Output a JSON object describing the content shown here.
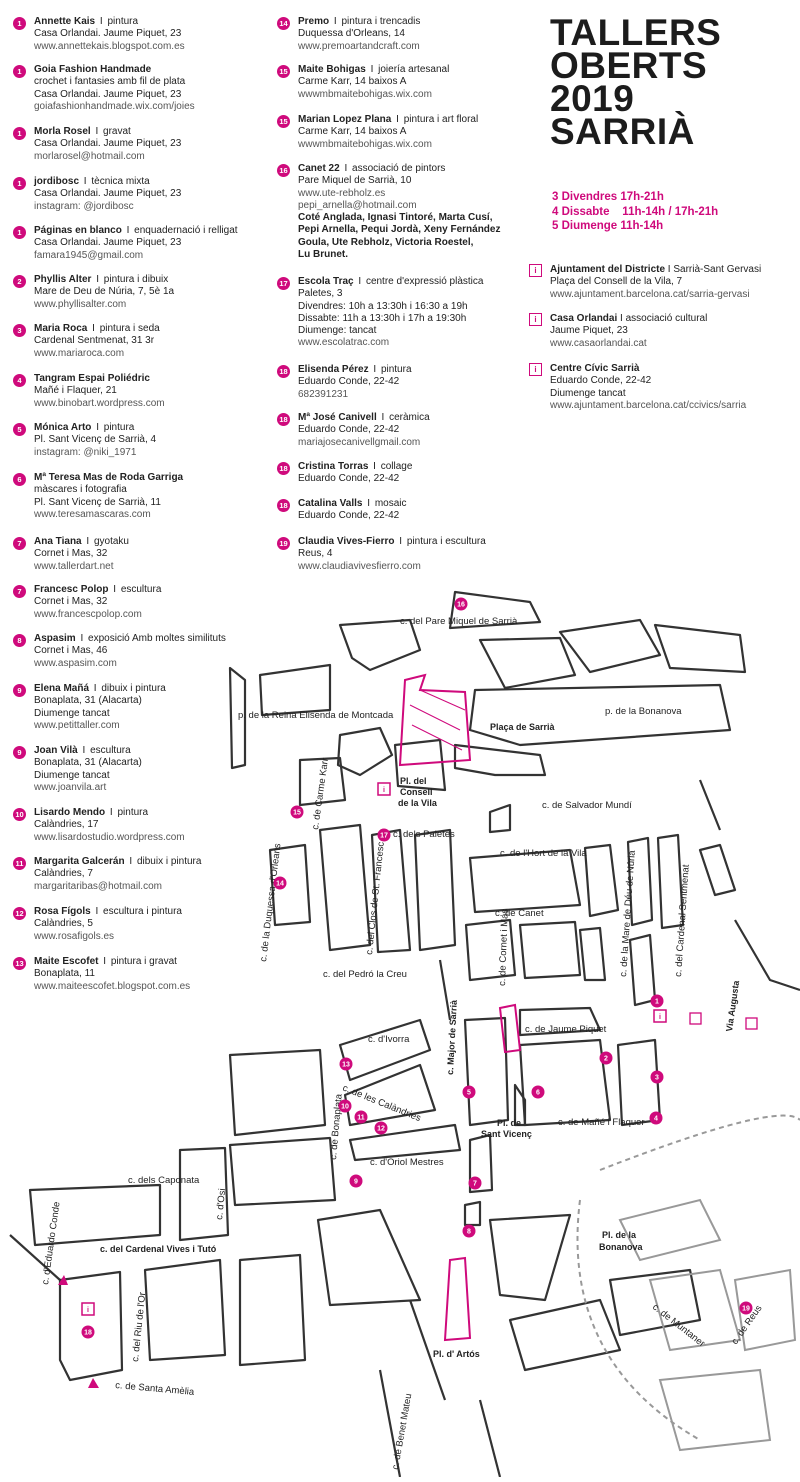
{
  "title_lines": [
    "TALLERS",
    "OBERTS",
    "2019",
    "SARRIÀ"
  ],
  "dates": [
    "3 Divendres 17h-21h",
    "4 Dissabte    11h-14h / 17h-21h",
    "5 Diumenge 11h-14h"
  ],
  "accent_color": "#cf0a7c",
  "col1": [
    {
      "num": "1",
      "name": "Annette Kais",
      "sep": "I",
      "desc": "pintura",
      "lines": [
        "Casa Orlandai. Jaume Piquet, 23"
      ],
      "web": "www.annettekais.blogspot.com.es"
    },
    {
      "num": "1",
      "name": "Goia Fashion Handmade",
      "sep": "",
      "desc": "",
      "lines": [
        "crochet i fantasies amb fil de plata",
        "Casa Orlandai. Jaume Piquet, 23"
      ],
      "web": "goiafashionhandmade.wix.com/joies"
    },
    {
      "num": "1",
      "name": "Morla Rosel",
      "sep": "I",
      "desc": "gravat",
      "lines": [
        "Casa Orlandai. Jaume Piquet, 23"
      ],
      "web": "morlarosel@hotmail.com"
    },
    {
      "num": "1",
      "name": "jordibosc",
      "sep": "I",
      "desc": "tècnica mixta",
      "lines": [
        "Casa Orlandai. Jaume Piquet, 23"
      ],
      "web": "instagram: @jordibosc"
    },
    {
      "num": "1",
      "name": "Páginas en blanco",
      "sep": "I",
      "desc": "enquadernació i relligat",
      "lines": [
        "Casa Orlandai. Jaume Piquet, 23"
      ],
      "web": "famara1945@gmail.com"
    },
    {
      "num": "2",
      "name": "Phyllis Alter",
      "sep": "I",
      "desc": "pintura i dibuix",
      "lines": [
        "Mare de Deu de Núria, 7, 5è 1a"
      ],
      "web": "www.phyllisalter.com"
    },
    {
      "num": "3",
      "name": "Maria Roca",
      "sep": "I",
      "desc": "pintura i seda",
      "lines": [
        "Cardenal Sentmenat, 31 3r"
      ],
      "web": "www.mariaroca.com"
    },
    {
      "num": "4",
      "name": "Tangram Espai Poliédric",
      "sep": "",
      "desc": "",
      "lines": [
        "Mañé i Flaquer, 21"
      ],
      "web": "www.binobart.wordpress.com"
    },
    {
      "num": "5",
      "name": "Mónica Arto",
      "sep": "I",
      "desc": "pintura",
      "lines": [
        "Pl. Sant Vicenç de Sarrià, 4"
      ],
      "web": "instagram: @niki_1971"
    },
    {
      "num": "6",
      "name": "Mª Teresa Mas de Roda Garriga",
      "sep": "",
      "desc": "",
      "lines": [
        "màscares i fotografia",
        "Pl. Sant Vicenç de Sarrià, 11"
      ],
      "web": "www.teresamascaras.com"
    },
    {
      "num": "7",
      "name": "Ana Tiana",
      "sep": "I",
      "desc": "gyotaku",
      "lines": [
        "Cornet i Mas, 32"
      ],
      "web": "www.tallerdart.net"
    },
    {
      "num": "7",
      "name": "Francesc Polop",
      "sep": "I",
      "desc": "escultura",
      "lines": [
        "Cornet i Mas, 32"
      ],
      "web": "www.francescpolop.com"
    },
    {
      "num": "8",
      "name": "Aspasim",
      "sep": "I",
      "desc": "exposició Amb moltes similituts",
      "lines": [
        "Cornet i Mas, 46"
      ],
      "web": "www.aspasim.com"
    },
    {
      "num": "9",
      "name": "Elena Mañá",
      "sep": "I",
      "desc": "dibuix i pintura",
      "lines": [
        "Bonaplata, 31 (Alacarta)",
        "Diumenge tancat"
      ],
      "web": "www.petittaller.com"
    },
    {
      "num": "9",
      "name": "Joan Vilà",
      "sep": "I",
      "desc": "escultura",
      "lines": [
        "Bonaplata, 31 (Alacarta)",
        "Diumenge tancat"
      ],
      "web": "www.joanvila.art"
    },
    {
      "num": "10",
      "name": "Lisardo Mendo",
      "sep": "I",
      "desc": "pintura",
      "lines": [
        "Calàndries, 17"
      ],
      "web": "www.lisardostudio.wordpress.com"
    },
    {
      "num": "11",
      "name": "Margarita Galcerán",
      "sep": "I",
      "desc": "dibuix i pintura",
      "lines": [
        "Calàndries, 7"
      ],
      "web": "margaritaribas@hotmail.com"
    },
    {
      "num": "12",
      "name": "Rosa Fígols",
      "sep": "I",
      "desc": "escultura i pintura",
      "lines": [
        "Calàndries, 5"
      ],
      "web": "www.rosafigols.es"
    },
    {
      "num": "13",
      "name": "Maite Escofet",
      "sep": "I",
      "desc": "pintura i gravat",
      "lines": [
        "Bonaplata, 11"
      ],
      "web": "www.maiteescofet.blogspot.com.es"
    }
  ],
  "col2": [
    {
      "num": "14",
      "name": "Premo",
      "sep": "I",
      "desc": "pintura i trencadis",
      "lines": [
        "Duquessa d'Orleans, 14"
      ],
      "web": "www.premoartandcraft.com"
    },
    {
      "num": "15",
      "name": "Maite Bohigas",
      "sep": "I",
      "desc": "joiería artesanal",
      "lines": [
        "Carme Karr, 14 baixos A"
      ],
      "web": "wwwmbmaitebohigas.wix.com"
    },
    {
      "num": "15",
      "name": "Marian Lopez Plana",
      "sep": "I",
      "desc": "pintura i art floral",
      "lines": [
        "Carme Karr, 14 baixos A"
      ],
      "web": "wwwmbmaitebohigas.wix.com"
    },
    {
      "num": "16",
      "name": "Canet 22",
      "sep": "I",
      "desc": "associació de pintors",
      "lines": [
        "Pare Miquel de Sarrià, 10"
      ],
      "web": "www.ute-rebholz.es",
      "extra": [
        "pepi_arnella@hotmail.com"
      ],
      "bold": [
        "Coté Anglada, Ignasi Tintoré, Marta Cusí,",
        "Pepi Arnella, Pequi Jordà, Xeny Fernández",
        "Goula, Ute Rebholz, Victoria Roestel,",
        "Lu Brunet."
      ]
    },
    {
      "num": "17",
      "name": "Escola Traç",
      "sep": "I",
      "desc": "centre d'expressió plàstica",
      "lines": [
        "Paletes, 3",
        "Divendres: 10h a 13:30h i 16:30 a 19h",
        "Dissabte: 11h  a 13:30h i 17h a 19:30h",
        "Diumenge: tancat"
      ],
      "web": "www.escolatrac.com"
    },
    {
      "num": "18",
      "name": "Elisenda Pérez",
      "sep": "I",
      "desc": "pintura",
      "lines": [
        "Eduardo Conde, 22-42"
      ],
      "web": "682391231"
    },
    {
      "num": "18",
      "name": "Mª José Canivell",
      "sep": "I",
      "desc": "ceràmica",
      "lines": [
        "Eduardo Conde, 22-42"
      ],
      "web": "mariajosecanivellgmail.com"
    },
    {
      "num": "18",
      "name": "Cristina Torras",
      "sep": "I",
      "desc": "collage",
      "lines": [
        "Eduardo Conde, 22-42"
      ],
      "web": ""
    },
    {
      "num": "18",
      "name": "Catalina Valls",
      "sep": "I",
      "desc": "mosaic",
      "lines": [
        "Eduardo Conde, 22-42"
      ],
      "web": ""
    },
    {
      "num": "19",
      "name": "Claudia Vives-Fierro",
      "sep": "I",
      "desc": "pintura i escultura",
      "lines": [
        "Reus, 4"
      ],
      "web": "www.claudiavivesfierro.com"
    }
  ],
  "info": [
    {
      "name": "Ajuntament del Districte",
      "sep": "I",
      "desc": "Sarrià-Sant Gervasi",
      "lines": [
        "Plaça del Consell de la Vila, 7"
      ],
      "web": "www.ajuntament.barcelona.cat/sarria-gervasi"
    },
    {
      "name": "Casa Orlandai",
      "sep": "I",
      "desc": "associació cultural",
      "lines": [
        "Jaume Piquet, 23"
      ],
      "web": "www.casaorlandai.cat"
    },
    {
      "name": "Centre Cívic Sarrià",
      "sep": "",
      "desc": "",
      "lines": [
        "Eduardo Conde, 22-42",
        "Diumenge tancat"
      ],
      "web": "www.ajuntament.barcelona.cat/ccivics/sarria"
    }
  ],
  "info_icon": "i",
  "map": {
    "streets": {
      "pare_miquel": "c. del Pare Miquel de Sarrià",
      "reina_elisenda": "p. de la Reina Elisenda de Montcada",
      "bonanova": "p. de la Bonanova",
      "placa_sarria": "Plaça de Sarrià",
      "carme_karr": "c. de Carme Karr",
      "consell_1": "Pl. del",
      "consell_2": "Consell",
      "consell_3": "de la Vila",
      "salvador_mundi": "c. de Salvador Mundí",
      "paletes": "c. dels Paletes",
      "hort_vila": "c. de l'Hort de la Vila",
      "duquessa": "c. de la Duquessa d'Orleans",
      "clos": "c. del Clos de St. Francesc",
      "canet": "c. de Canet",
      "cornet": "c. de Cornet i Mas",
      "mare_deu": "c. de la Mare de Déu de Núria",
      "sentmenat": "c. del Cardenal Sentmenat",
      "via_augusta": "Via Augusta",
      "pedro": "c. del Pedró la Creu",
      "major": "c. Major de Sarrià",
      "jaume_piquet": "c. de Jaume Piquet",
      "ivorra": "c. d'Ivorra",
      "bonaplata": "c. de Bonaplata",
      "calandries": "c. de les Calàndries",
      "sant_vicenc_1": "Pl. de",
      "sant_vicenc_2": "Sant Vicenç",
      "mane": "c. de Mañé i Flaquer",
      "oriol": "c. d'Oriol Mestres",
      "caponata": "c. dels Caponata",
      "osi": "c. d'Osi",
      "vives_tuto": "c. del Cardenal Vives i Tutó",
      "eduardo_conde": "c. d'Eduardo Conde",
      "riu_or": "c. del Riu de l'Or",
      "santa_amelia": "c. de Santa Amèlia",
      "artos": "Pl. d' Artós",
      "benet_mateu": "c. de Benet Mateu",
      "pl_bonanova_1": "Pl. de la",
      "pl_bonanova_2": "Bonanova",
      "muntaner": "c. de Muntaner",
      "reus": "c. de Reus"
    },
    "markers": [
      "16",
      "15",
      "14",
      "17",
      "1",
      "2",
      "3",
      "4",
      "5",
      "6",
      "13",
      "10",
      "11",
      "12",
      "9",
      "7",
      "8",
      "18",
      "19"
    ]
  }
}
